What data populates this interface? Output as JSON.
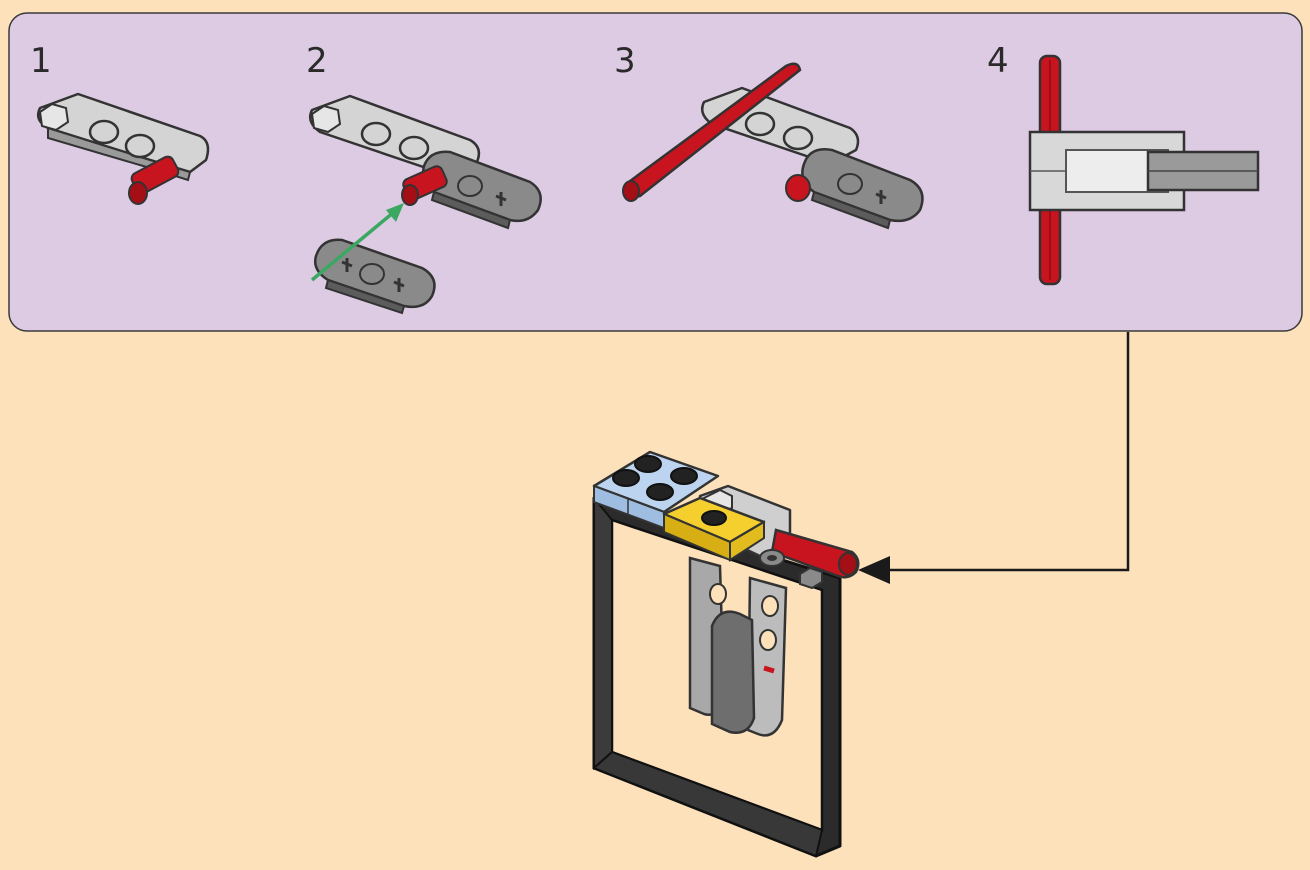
{
  "steps": [
    {
      "number": "1"
    },
    {
      "number": "2"
    },
    {
      "number": "3"
    },
    {
      "number": "4"
    }
  ],
  "colors": {
    "background": "#fde1bb",
    "substep_panel": "#dccbe3",
    "beam_light_gray": "#d4d4d4",
    "beam_dark_gray": "#7f7f7f",
    "axle_red": "#c8141e",
    "plate_light_blue": "#bcd4ef",
    "tile_yellow": "#f5cf2e",
    "frame_black": "#2b2b2b",
    "assembly_arrow_green": "#3aa860",
    "callout_line": "#1a1a1a"
  },
  "icons": [
    "green-insert-arrow",
    "black-callout-arrow"
  ]
}
